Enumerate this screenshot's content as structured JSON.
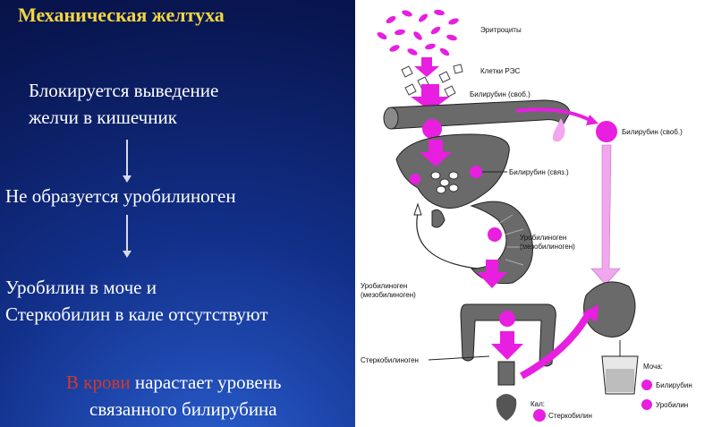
{
  "title": "Механическая желтуха",
  "steps": {
    "step1_line1": "Блокируется выведение",
    "step1_line2": "желчи в кишечник",
    "step2": "Не образуется уробилиноген",
    "step3_line1": "Уробилин в моче и",
    "step3_line2": "Стеркобилин в кале отсутствуют",
    "blood_red": "В крови",
    "blood_rest": " нарастает уровень",
    "blood_line2": "связанного билирубина"
  },
  "diagram": {
    "labels": {
      "erythrocytes": "Эритроциты",
      "res_cells": "Клетки РЭС",
      "bilirubin_free_top": "Билирубин (своб.)",
      "bilirubin_free_right": "Билирубин (своб.)",
      "bilirubin_bound": "Билирубин (связ.)",
      "urobilinogen_right_1": "Уробилиноген",
      "urobilinogen_right_2": "(мезобилиноген)",
      "urobilinogen_left_1": "Уробилиноген",
      "urobilinogen_left_2": "(мезобилиноген)",
      "stercobilinogen": "Стеркобилиноген",
      "urine": "Моча:",
      "urine_bilirubin": "Билирубин",
      "urine_urobilin": "Уробилин",
      "feces": "Кал:",
      "stercobilin": "Стеркобилин"
    },
    "colors": {
      "magenta": "#e81ee0",
      "pink": "#f2a6ee",
      "organ": "#555555"
    }
  }
}
